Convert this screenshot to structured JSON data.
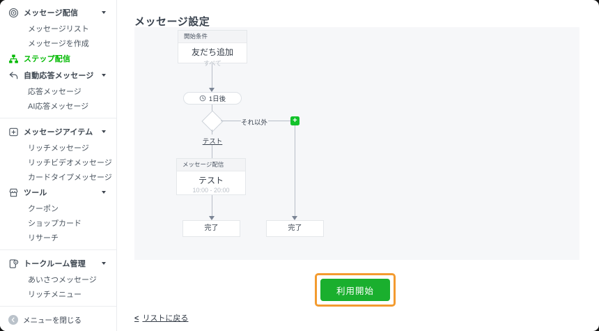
{
  "sidebar": {
    "items": [
      {
        "label": "メッセージ配信",
        "icon": "broadcast-icon",
        "caret": true
      },
      {
        "label": "メッセージリスト"
      },
      {
        "label": "メッセージを作成"
      },
      {
        "label": "ステップ配信",
        "icon": "sitemap-icon",
        "active": true
      },
      {
        "label": "自動応答メッセージ",
        "icon": "reply-icon",
        "caret": true
      },
      {
        "label": "応答メッセージ"
      },
      {
        "label": "AI応答メッセージ"
      },
      {
        "label": "メッセージアイテム",
        "icon": "message-plus-icon",
        "caret": true
      },
      {
        "label": "リッチメッセージ"
      },
      {
        "label": "リッチビデオメッセージ"
      },
      {
        "label": "カードタイプメッセージ"
      },
      {
        "label": "ツール",
        "icon": "shop-icon",
        "caret": true
      },
      {
        "label": "クーポン"
      },
      {
        "label": "ショップカード"
      },
      {
        "label": "リサーチ"
      },
      {
        "label": "トークルーム管理",
        "icon": "chat-room-icon",
        "caret": true
      },
      {
        "label": "あいさつメッセージ"
      },
      {
        "label": "リッチメニュー"
      }
    ],
    "close_menu_label": "メニューを閉じる"
  },
  "main": {
    "title": "メッセージ設定",
    "flow": {
      "start_header": "開始条件",
      "start_title": "友だち追加",
      "start_sub": "すべて",
      "delay_label": "1日後",
      "branch_else_label": "それ以外",
      "add_label": "+",
      "condition_label": "テスト",
      "message_header": "メッセージ配信",
      "message_title": "テスト",
      "message_time": "10:00 - 20:00",
      "done_left": "完了",
      "done_right": "完了"
    },
    "start_button_label": "利用開始",
    "back_chevron": "<",
    "back_link_label": "リストに戻る"
  },
  "colors": {
    "brand_green": "#00b900",
    "button_green": "#1aaf2e",
    "plus_green": "#12c22a",
    "highlight_orange": "#f39b2f",
    "panel_bg": "#f6f7f9",
    "line_gray": "#b7bdc7"
  }
}
